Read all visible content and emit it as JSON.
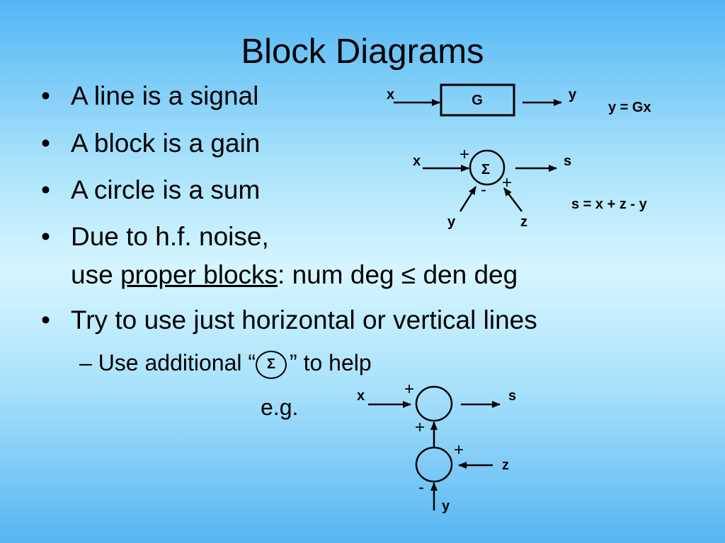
{
  "slide": {
    "title": "Block Diagrams"
  },
  "bullets": [
    {
      "marker": "•",
      "text": "A line is a signal"
    },
    {
      "marker": "•",
      "text": "A block is a gain"
    },
    {
      "marker": "•",
      "text": "A circle is a sum"
    },
    {
      "marker": "•",
      "line1": "Due to h.f. noise,",
      "line2_pre": "use ",
      "line2_link": "proper blocks",
      "line2_post": ": num deg ≤ den deg"
    },
    {
      "marker": "•",
      "text": "Try to use just horizontal or vertical lines"
    }
  ],
  "sub_bullet": {
    "pre": "– Use additional “",
    "symbol": "Σ",
    "post": "” to help"
  },
  "eg_label": "e.g.",
  "diagram_gain": {
    "input": "x",
    "block": "G",
    "output": "y",
    "equation": "y = Gx"
  },
  "diagram_sum": {
    "input": "x",
    "symbol": "Σ",
    "output": "s",
    "plus_top": "+",
    "minus_left": "-",
    "plus_right": "+",
    "input_bottom_left": "y",
    "input_bottom_right": "z",
    "equation": "s = x + z - y"
  },
  "diagram_cascade": {
    "input": "x",
    "output": "s",
    "plus_top": "+",
    "plus_between": "+",
    "plus_right": "+",
    "input_right": "z",
    "minus_bottom": "-",
    "input_bottom": "y"
  }
}
